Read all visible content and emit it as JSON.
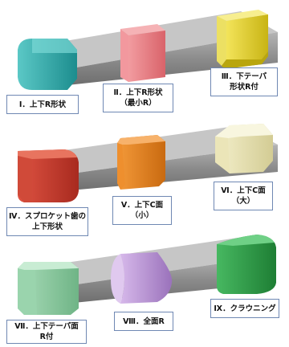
{
  "labels": {
    "l1": {
      "line1": "Ⅰ．上下R形状"
    },
    "l2": {
      "line1": "Ⅱ．上下R形状",
      "line2": "（最小R）"
    },
    "l3": {
      "line1": "Ⅲ．下テーパ",
      "line2": "形状R付"
    },
    "l4": {
      "line1": "Ⅳ．スプロケット歯の",
      "line2": "上下形状"
    },
    "l5": {
      "line1": "Ⅴ．上下C面",
      "line2": "（小）"
    },
    "l6": {
      "line1": "Ⅵ．上下C面",
      "line2": "（大）"
    },
    "l7": {
      "line1": "Ⅶ．上下テーパ面",
      "line2": "R付"
    },
    "l8": {
      "line1": "Ⅷ．全面R"
    },
    "l9": {
      "line1": "Ⅸ．クラウニング"
    }
  },
  "colors": {
    "bar": "#8e8e8e",
    "bar_top": "#c8c8c8",
    "teal": "#2aa6a6",
    "pink": "#e87a80",
    "yellow": "#e6d21e",
    "red": "#c93a2c",
    "orange": "#e7821e",
    "cream": "#e9e3b4",
    "mint": "#8cc9a0",
    "lavender": "#b58fd0",
    "green": "#2e9e48",
    "label_border": "#6f88b3"
  }
}
